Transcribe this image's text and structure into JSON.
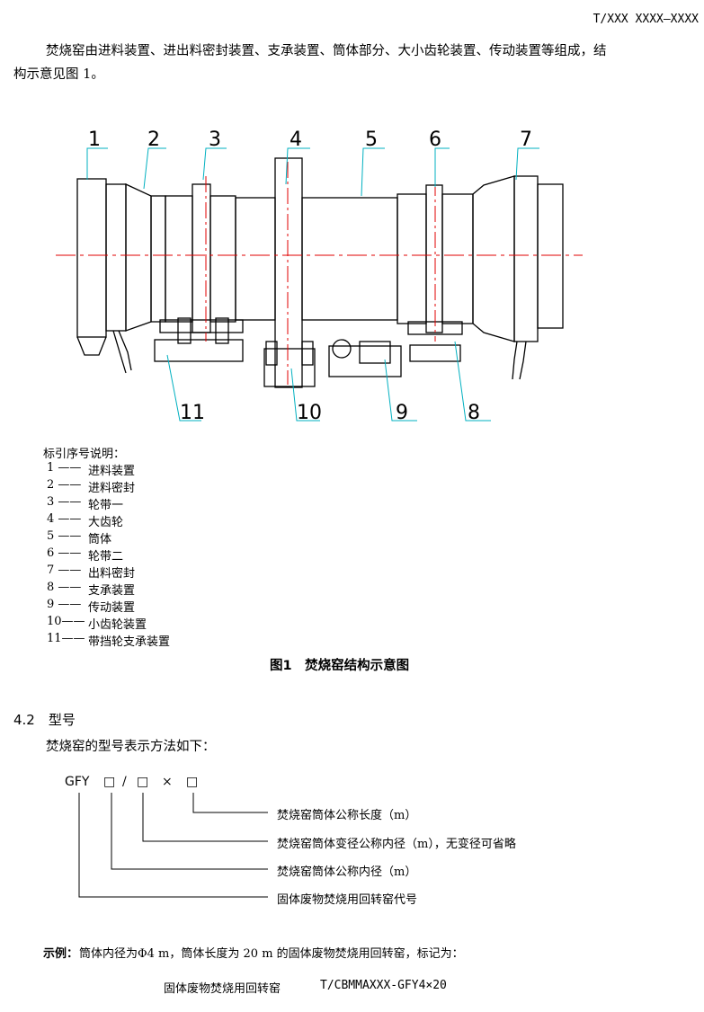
{
  "header": {
    "doc_code": "T/XXX XXXX—XXXX"
  },
  "intro": {
    "line1": "焚烧窑由进料装置、进出料密封装置、支承装置、筒体部分、大小齿轮装置、传动装置等组成，结",
    "line2": "构示意见图 1。"
  },
  "figure": {
    "callouts": [
      "1",
      "2",
      "3",
      "4",
      "5",
      "6",
      "7",
      "8",
      "9",
      "10",
      "11"
    ],
    "legend_title": "标引序号说明：",
    "legend": [
      {
        "num": "1 ——",
        "text": "进料装置"
      },
      {
        "num": "2 ——",
        "text": "进料密封"
      },
      {
        "num": "3 ——",
        "text": "轮带一"
      },
      {
        "num": "4 ——",
        "text": "大齿轮"
      },
      {
        "num": "5 ——",
        "text": "筒体"
      },
      {
        "num": "6 ——",
        "text": "轮带二"
      },
      {
        "num": "7 ——",
        "text": "出料密封"
      },
      {
        "num": "8 ——",
        "text": "支承装置"
      },
      {
        "num": "9 ——",
        "text": "传动装置"
      },
      {
        "num": "10——",
        "text": "小齿轮装置"
      },
      {
        "num": "11——",
        "text": "带挡轮支承装置"
      }
    ],
    "caption": "图1　焚烧窑结构示意图",
    "colors": {
      "callout_lines": "#00b0c0",
      "center_lines": "#e00000",
      "drawing": "#000000"
    }
  },
  "section": {
    "heading": "4.2　型号",
    "text": "焚烧窑的型号表示方法如下："
  },
  "model_code": {
    "prefix": "GFY",
    "box1": "□",
    "slash": "/",
    "box2": "□",
    "times": "×",
    "box3": "□",
    "desc": [
      "焚烧窑筒体公称长度（m）",
      "焚烧窑筒体变径公称内径（m），无变径可省略",
      "焚烧窑筒体公称内径（m）",
      "固体废物焚烧用回转窑代号"
    ]
  },
  "example": {
    "label": "示例：",
    "text": "筒体内径为Φ4 m，筒体长度为 20 m 的固体废物焚烧用回转窑，标记为：",
    "mark_name": "固体废物焚烧用回转窑",
    "mark_code": "T/CBMMAXXX-GFY4×20"
  }
}
